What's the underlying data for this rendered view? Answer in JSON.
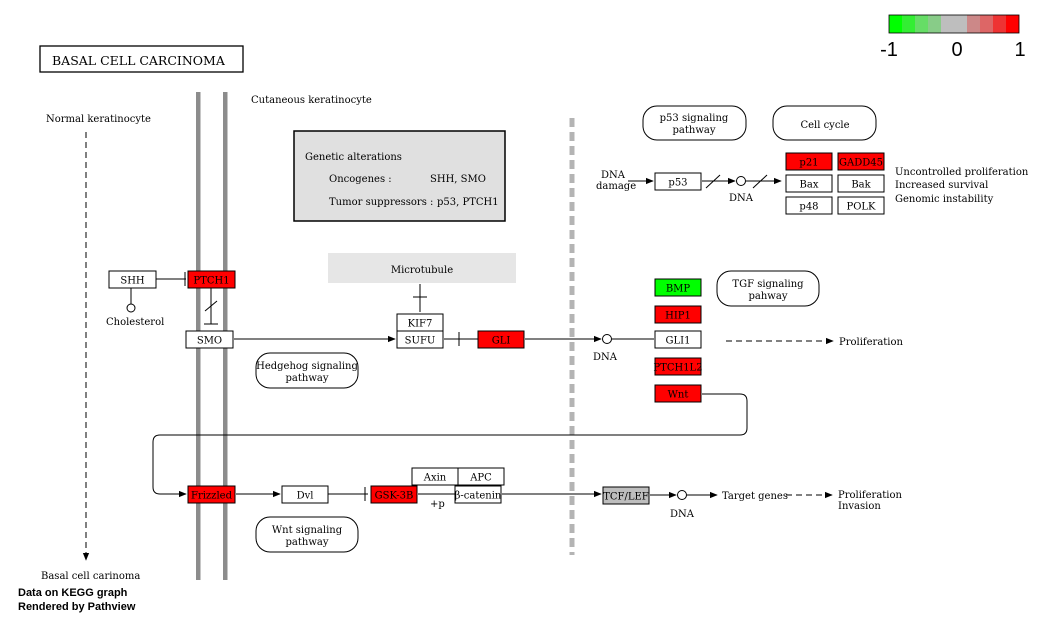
{
  "colors": {
    "up": "#ff0000",
    "down": "#00ff00",
    "neutral": "#bebebe",
    "none": "#ffffff",
    "membrane": "#8c8c8c",
    "nucleus": "#b4b4b4",
    "alterations_bg": "#e0e0e0",
    "microtubule_bg": "#e6e6e6"
  },
  "title": "BASAL  CELL CARCINOMA",
  "legend": {
    "min": "-1",
    "mid": "0",
    "max": "1",
    "swatches": [
      "#00ff00",
      "#33ee33",
      "#66dd66",
      "#88cc88",
      "#bebebe",
      "#bebebe",
      "#cc8888",
      "#dd6666",
      "#ee3333",
      "#ff0000"
    ]
  },
  "labels": {
    "normal_keratinocyte": "Normal keratinocyte",
    "cutaneous_keratinocyte": "Cutaneous keratinocyte",
    "basal_cell_carinoma": "Basal cell carinoma",
    "cholesterol": "Cholesterol",
    "dna_damage_1": "DNA",
    "dna_damage_2": "damage",
    "dna": "DNA",
    "proliferation": "Proliferation",
    "target_genes": "Target genes",
    "proliferation_2": "Proliferation",
    "invasion": "Invasion",
    "plus_p": "+p",
    "uncontrolled": "Uncontrolled proliferation",
    "increased_survival": "Increased survival",
    "genomic_instability": "Genomic instability"
  },
  "alterations": {
    "heading": "Genetic alterations",
    "oncogenes_label": "Oncogenes :",
    "oncogenes_value": "SHH, SMO",
    "suppressors_label": "Tumor suppressors :",
    "suppressors_value": "p53, PTCH1"
  },
  "microtubule": "Microtubule",
  "pathways": {
    "p53_1": "p53 signaling",
    "p53_2": "pathway",
    "cell_cycle": "Cell cycle",
    "tgf_1": "TGF signaling",
    "tgf_2": "pahway",
    "hedgehog_1": "Hedgehog signaling",
    "hedgehog_2": "pathway",
    "wnt_1": "Wnt signaling",
    "wnt_2": "pathway"
  },
  "genes": {
    "shh": {
      "label": "SHH",
      "status": "none"
    },
    "ptch1": {
      "label": "PTCH1",
      "status": "up"
    },
    "smo": {
      "label": "SMO",
      "status": "none"
    },
    "kif7": {
      "label": "KIF7",
      "status": "none"
    },
    "sufu": {
      "label": "SUFU",
      "status": "none"
    },
    "gli": {
      "label": "GLI",
      "status": "up"
    },
    "p53": {
      "label": "p53",
      "status": "none"
    },
    "p21": {
      "label": "p21",
      "status": "up"
    },
    "gadd45": {
      "label": "GADD45",
      "status": "up"
    },
    "bax": {
      "label": "Bax",
      "status": "none"
    },
    "bak": {
      "label": "Bak",
      "status": "none"
    },
    "p48": {
      "label": "p48",
      "status": "none"
    },
    "polk": {
      "label": "POLK",
      "status": "none"
    },
    "bmp": {
      "label": "BMP",
      "status": "down"
    },
    "hip1": {
      "label": "HIP1",
      "status": "up"
    },
    "gli1": {
      "label": "GLI1",
      "status": "none"
    },
    "ptch1l2": {
      "label": "PTCH1L2",
      "status": "up"
    },
    "wnt": {
      "label": "Wnt",
      "status": "up"
    },
    "frizzled": {
      "label": "Frizzled",
      "status": "up"
    },
    "dvl": {
      "label": "Dvl",
      "status": "none"
    },
    "gsk3b": {
      "label": "GSK-3B",
      "status": "up"
    },
    "axin": {
      "label": "Axin",
      "status": "none"
    },
    "apc": {
      "label": "APC",
      "status": "none"
    },
    "bcatenin": {
      "label": "β-catenin",
      "status": "none"
    },
    "tcflef": {
      "label": "TCF/LEF",
      "status": "neutral"
    }
  },
  "footer": {
    "line1": "Data on KEGG graph",
    "line2": "Rendered by Pathview"
  }
}
